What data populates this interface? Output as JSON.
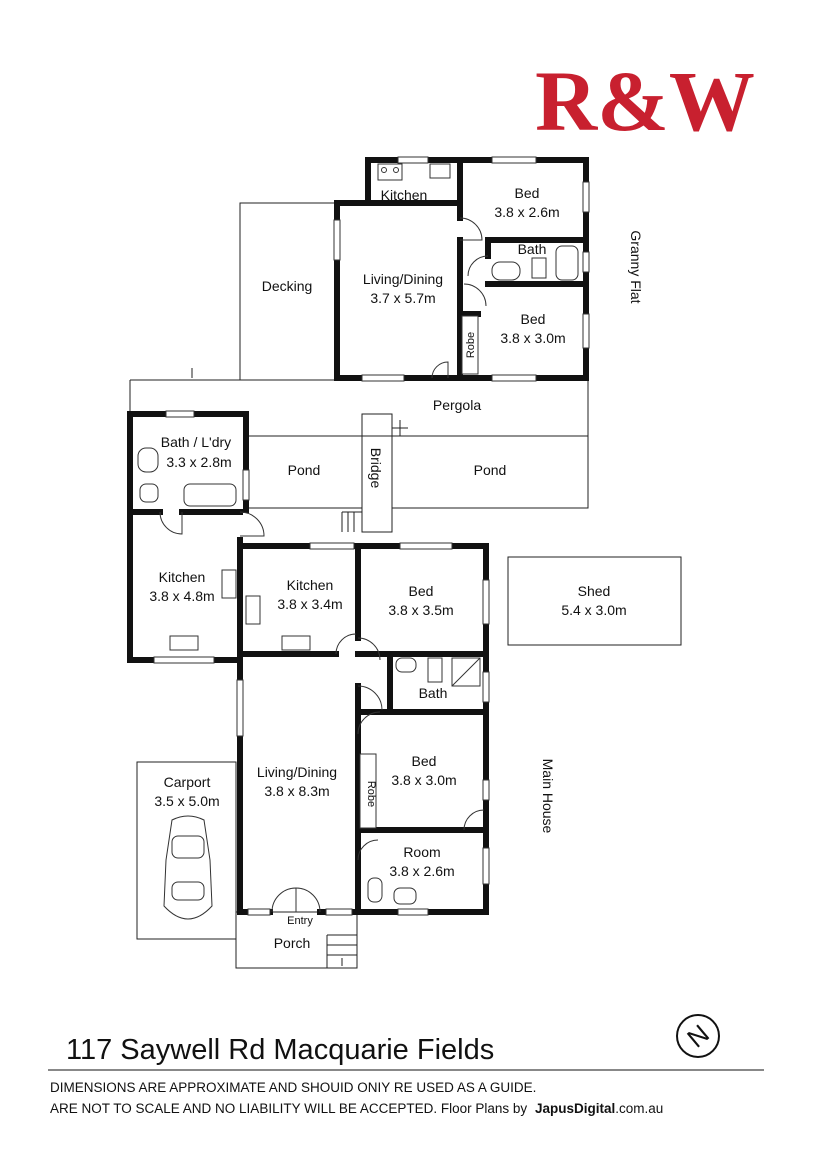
{
  "brand": {
    "logo_text": "R&W",
    "logo_color": "#c8202f"
  },
  "labels": {
    "granny_flat": "Granny Flat",
    "main_house": "Main House",
    "pergola": "Pergola",
    "bridge": "Bridge",
    "pond_left": "Pond",
    "pond_right": "Pond",
    "entry": "Entry",
    "porch": "Porch",
    "robe_top": "Robe",
    "robe_bottom": "Robe"
  },
  "rooms": {
    "gf_kitchen": {
      "name": "Kitchen"
    },
    "gf_bed1": {
      "name": "Bed",
      "size": "3.8 x 2.6m"
    },
    "gf_bath": {
      "name": "Bath"
    },
    "gf_living": {
      "name": "Living/Dining",
      "size": "3.7 x 5.7m"
    },
    "gf_bed2": {
      "name": "Bed",
      "size": "3.8 x 3.0m"
    },
    "decking": {
      "name": "Decking"
    },
    "bath_laundry": {
      "name": "Bath / L'dry",
      "size": "3.3 x 2.8m"
    },
    "kitchen_a": {
      "name": "Kitchen",
      "size": "3.8 x 4.8m"
    },
    "kitchen_b": {
      "name": "Kitchen",
      "size": "3.8 x 3.4m"
    },
    "mh_bed1": {
      "name": "Bed",
      "size": "3.8 x 3.5m"
    },
    "shed": {
      "name": "Shed",
      "size": "5.4 x 3.0m"
    },
    "mh_bath": {
      "name": "Bath"
    },
    "mh_living": {
      "name": "Living/Dining",
      "size": "3.8 x 8.3m"
    },
    "mh_bed2": {
      "name": "Bed",
      "size": "3.8 x 3.0m"
    },
    "carport": {
      "name": "Carport",
      "size": "3.5 x 5.0m"
    },
    "room": {
      "name": "Room",
      "size": "3.8 x 2.6m"
    }
  },
  "footer": {
    "address": "117 Saywell Rd Macquarie Fields",
    "disclaimer_line1": "DIMENSIONS ARE APPROXIMATE AND SHOUID ONIY RE USED AS A GUIDE.",
    "disclaimer_line2": "ARE NOT TO SCALE AND NO LIABILITY WILL BE ACCEPTED. Floor Plans by",
    "credit_bold": "JapusDigital",
    "credit_suffix": ".com.au"
  },
  "compass": {
    "letter": "N"
  }
}
